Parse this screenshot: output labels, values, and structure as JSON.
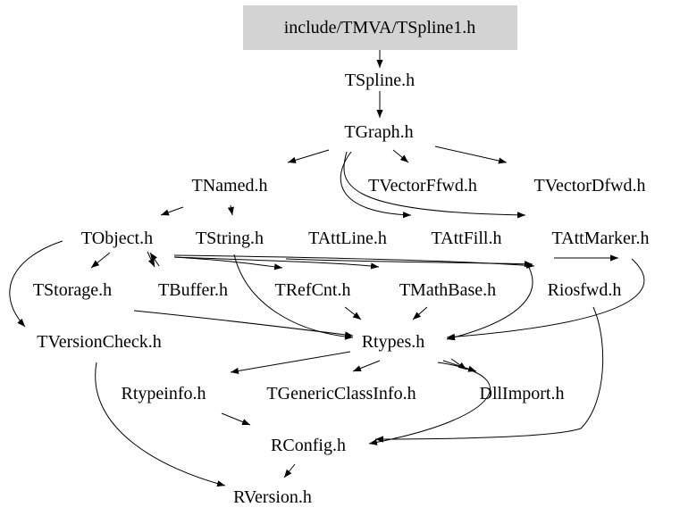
{
  "root": "include/TMVA/TSpline1.h",
  "nodes": {
    "tspline1": "include/TMVA/TSpline1.h",
    "tspline": "TSpline.h",
    "tgraph": "TGraph.h",
    "tnamed": "TNamed.h",
    "tvectorffwd": "TVectorFfwd.h",
    "tvectordfwd": "TVectorDfwd.h",
    "tobject": "TObject.h",
    "tstring": "TString.h",
    "tattline": "TAttLine.h",
    "tattfill": "TAttFill.h",
    "tattmarker": "TAttMarker.h",
    "tstorage": "TStorage.h",
    "tbuffer": "TBuffer.h",
    "trefcnt": "TRefCnt.h",
    "tmathbase": "TMathBase.h",
    "riosfwd": "Riosfwd.h",
    "tversioncheck": "TVersionCheck.h",
    "rtypes": "Rtypes.h",
    "rtypeinfo": "Rtypeinfo.h",
    "tgenericclassinfo": "TGenericClassInfo.h",
    "dllimport": "DllImport.h",
    "rconfig": "RConfig.h",
    "rversion": "RVersion.h"
  },
  "colors": {
    "root_fill": "#d3d3d3",
    "edge": "#000000",
    "text": "#000000"
  }
}
